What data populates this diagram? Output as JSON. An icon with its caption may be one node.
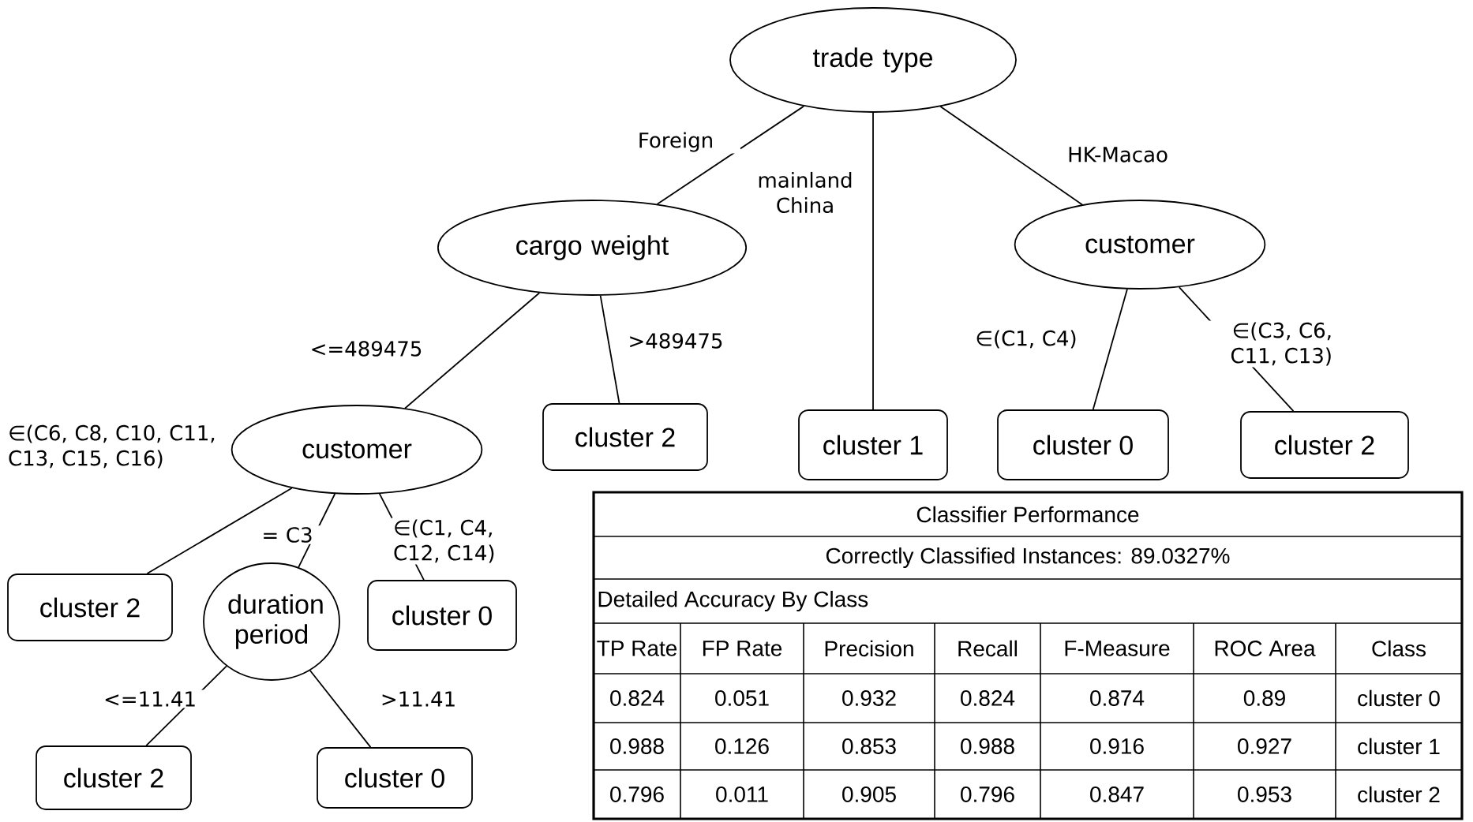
{
  "diagram": {
    "nodes": [
      {
        "text": [
          "trade type"
        ]
      },
      {
        "text": [
          "cargo weight"
        ]
      },
      {
        "text": [
          "customer"
        ]
      },
      {
        "text": [
          "cluster 2"
        ]
      },
      {
        "text": [
          "cluster 1"
        ]
      },
      {
        "text": [
          "cluster 0"
        ]
      },
      {
        "text": [
          "cluster 2"
        ]
      },
      {
        "text": [
          "customer"
        ]
      },
      {
        "text": [
          "cluster 2"
        ]
      },
      {
        "text": [
          "duration period"
        ]
      },
      {
        "text": [
          "cluster 0"
        ]
      },
      {
        "text": [
          "cluster 2"
        ]
      },
      {
        "text": [
          "cluster 0"
        ]
      }
    ],
    "edges": [
      {
        "from": 0,
        "to": 1,
        "arrow": "none",
        "label": "Foreign"
      },
      {
        "from": 0,
        "to": 4,
        "arrow": "none",
        "label": "mainland China"
      },
      {
        "from": 0,
        "to": 2,
        "arrow": "none",
        "label": "HK-Macao"
      },
      {
        "from": 1,
        "to": 7,
        "arrow": "none",
        "label": "<=489475"
      },
      {
        "from": 1,
        "to": 3,
        "arrow": "none",
        "label": ">489475"
      },
      {
        "from": 2,
        "to": 5,
        "arrow": "none",
        "label": "∈(C1, C4)"
      },
      {
        "from": 2,
        "to": 6,
        "arrow": "none",
        "label": "∈(C3, C6, C11, C13)"
      },
      {
        "from": 7,
        "to": 8,
        "arrow": "none",
        "label": "∈(C6, C8, C10, C11, C13, C15, C16)"
      },
      {
        "from": 7,
        "to": 9,
        "arrow": "none",
        "label": "= C3"
      },
      {
        "from": 7,
        "to": 10,
        "arrow": "none",
        "label": "∈(C1, C4, C12, C14)"
      },
      {
        "from": 9,
        "to": 11,
        "arrow": "none",
        "label": "<=11.41"
      },
      {
        "from": 9,
        "to": 12,
        "arrow": "none",
        "label": ">11.41"
      }
    ],
    "labels": [
      "Classifier Performance",
      "Correctly Classified Instances: 89.0327%",
      "Detailed Accuracy By Class",
      "TP Rate",
      "FP Rate",
      "Precision",
      "Recall",
      "F-Measure",
      "ROC Area",
      "Class",
      "0.824",
      "0.051",
      "0.932",
      "0.824",
      "0.874",
      "0.89",
      "cluster 0",
      "0.988",
      "0.126",
      "0.853",
      "0.988",
      "0.916",
      "0.927",
      "cluster 1",
      "0.796",
      "0.011",
      "0.905",
      "0.796",
      "0.847",
      "0.953",
      "cluster 2"
    ]
  }
}
